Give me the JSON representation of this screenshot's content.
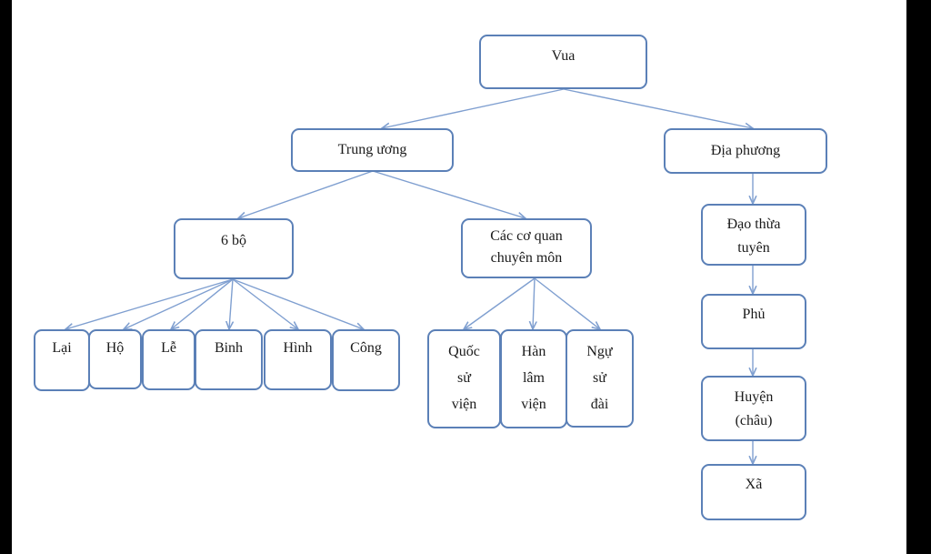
{
  "nodes": {
    "vua": "Vua",
    "trung_uong": "Trung ương",
    "dia_phuong": "Địa phương",
    "sau_bo": "6 bộ",
    "cac_co_quan": "Các cơ quan\nchuyên môn",
    "lai": "Lại",
    "ho": "Hộ",
    "le": "Lễ",
    "binh": "Binh",
    "hinh": "Hình",
    "cong": "Công",
    "quoc_su_vien": "Quốc\nsử\nviện",
    "han_lam_vien": "Hàn\nlâm\nviện",
    "ngu_su_dai": "Ngự\nsử\nđài",
    "dao_thua_tuyen": "Đạo thừa\ntuyên",
    "phu": "Phủ",
    "huyen_chau": "Huyện\n(châu)",
    "xa": "Xã"
  },
  "colors": {
    "border": "#5b80b7",
    "edge": "#7f9fd0",
    "background": "#ffffff"
  }
}
